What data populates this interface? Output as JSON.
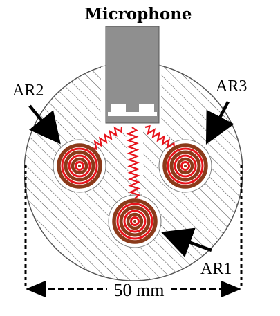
{
  "title": "Microphone",
  "labels": {
    "ar1": "AR1",
    "ar2": "AR2",
    "ar3": "AR3"
  },
  "dimension": "50 mm",
  "colors": {
    "wire": "#e8141c",
    "coil_brown": "#8b3a1a",
    "coil_red": "#e8141c",
    "microphone_body": "#8f8f8f",
    "hatch": "#555555"
  }
}
